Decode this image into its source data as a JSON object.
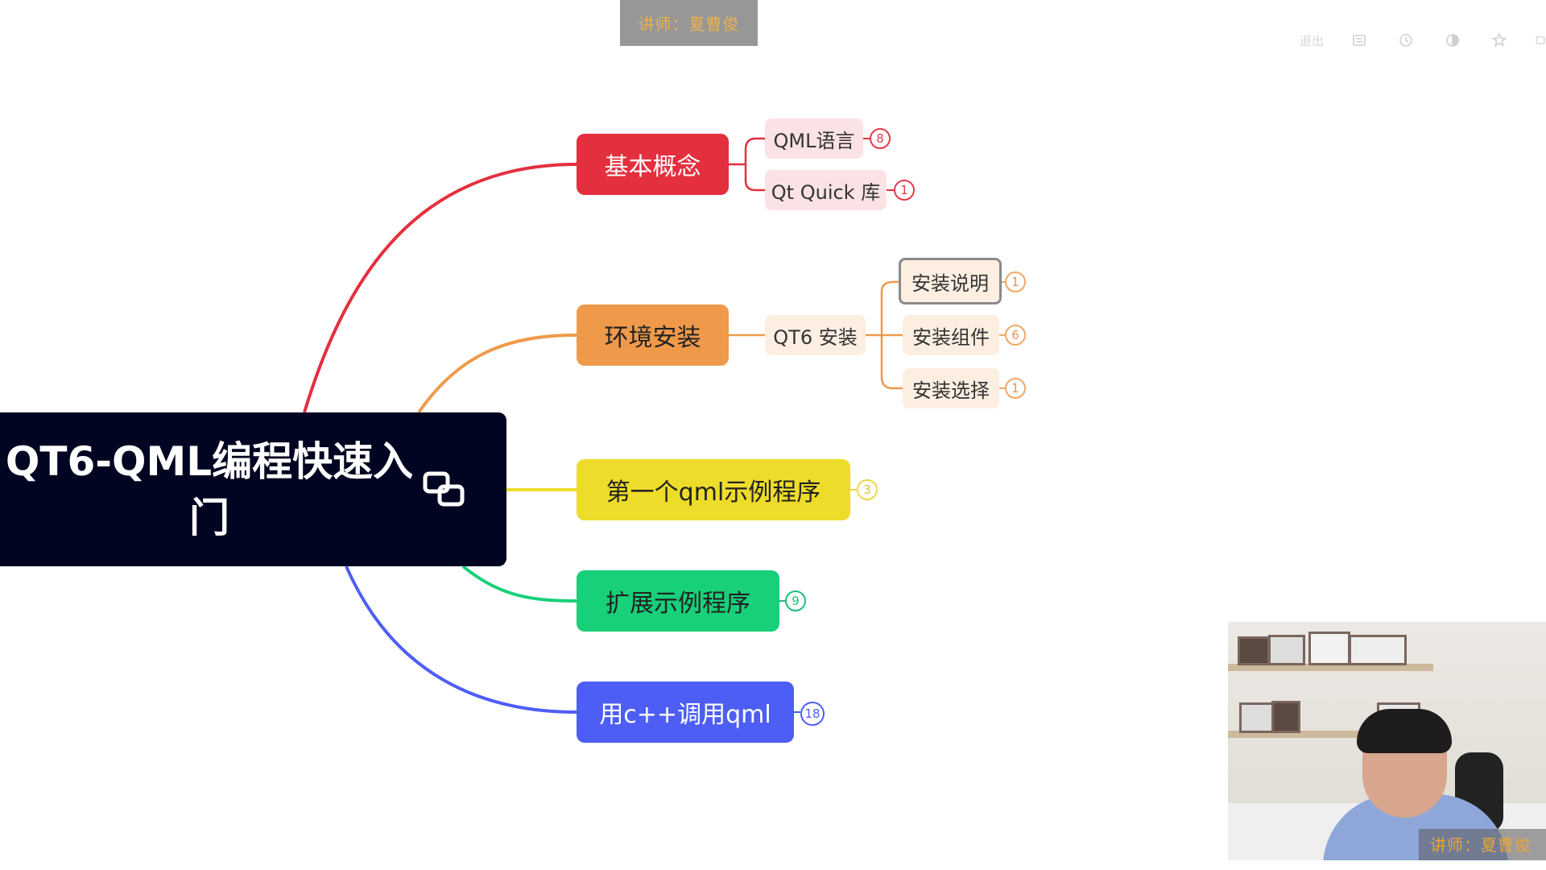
{
  "overlay": {
    "lecturer_banner": "讲师：夏曹俊",
    "cam_caption": "讲师：夏曹俊"
  },
  "toolbar": {
    "exit_label": "退出"
  },
  "colors": {
    "root": "#020521",
    "red": "#e42f3e",
    "orange": "#ef9a4b",
    "yellow": "#eedc2a",
    "green": "#17d079",
    "blue": "#4d5ef5"
  },
  "mindmap": {
    "root": {
      "title": "QT6-QML编程快速入门",
      "icon": "link-icon"
    },
    "topics": [
      {
        "label": "基本概念",
        "subs": [
          {
            "label": "QML语言",
            "count": "8"
          },
          {
            "label": "Qt Quick 库",
            "count": "1"
          }
        ]
      },
      {
        "label": "环境安装",
        "mid": "QT6 安装",
        "subs": [
          {
            "label": "安装说明",
            "count": "1"
          },
          {
            "label": "安装组件",
            "count": "6"
          },
          {
            "label": "安装选择",
            "count": "1"
          }
        ]
      },
      {
        "label": "第一个qml示例程序",
        "count": "3"
      },
      {
        "label": "扩展示例程序",
        "count": "9"
      },
      {
        "label": "用c++调用qml",
        "count": "18"
      }
    ]
  }
}
